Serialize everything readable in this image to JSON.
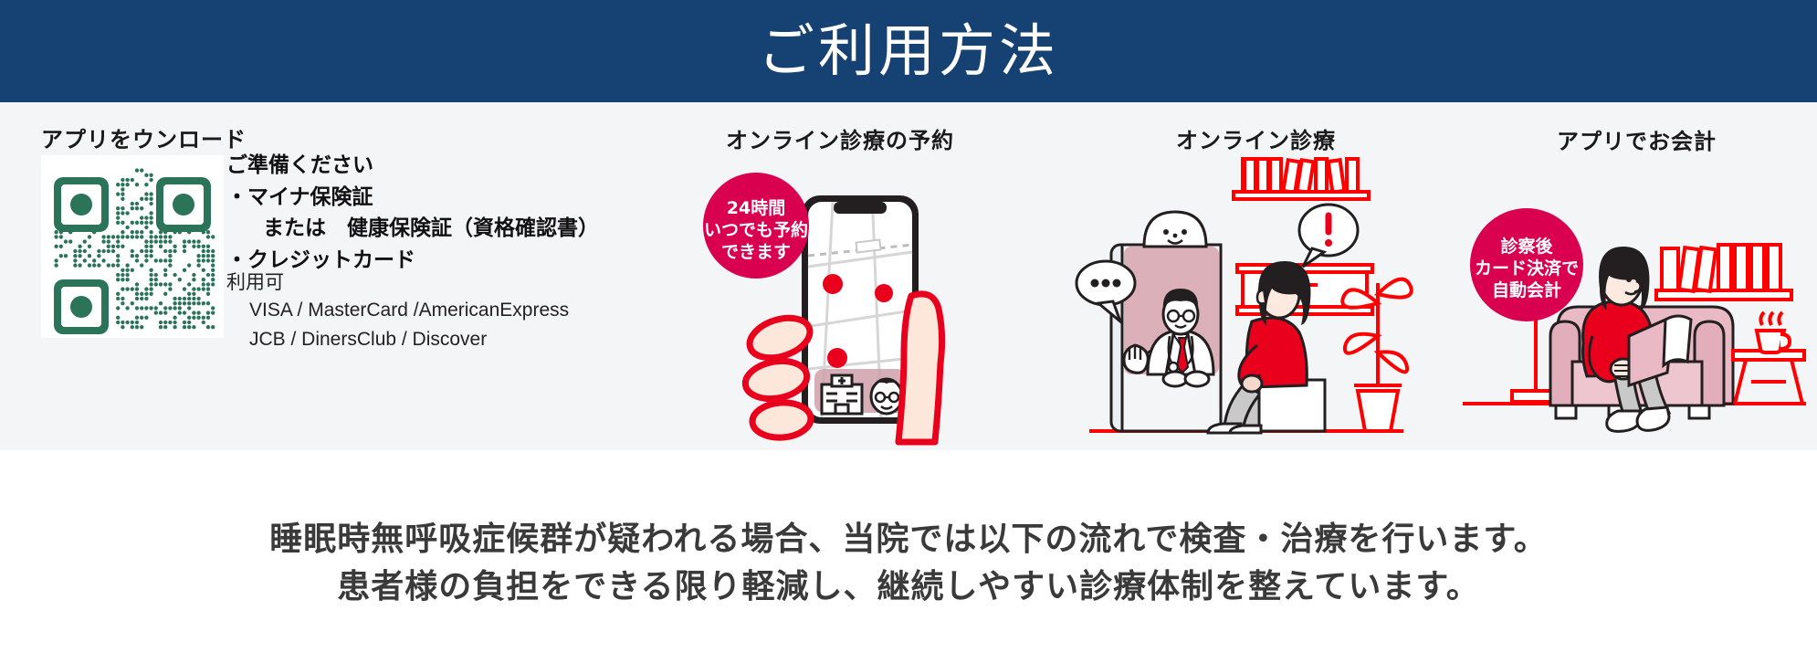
{
  "header": {
    "title": "ご利用方法",
    "bg_color": "#164273",
    "text_color": "#ffffff"
  },
  "panel": {
    "bg_color": "#f4f5f7"
  },
  "theme": {
    "accent_pink": "#d8004f",
    "line_red": "#ff0000",
    "qr_green": "#2b7459",
    "body_text": "#3a3a3a"
  },
  "steps": [
    {
      "id": "download",
      "title": "アプリをウンロード",
      "qr": {
        "name": "app-download-qr-code",
        "color": "#2b7459",
        "bg": "#ffffff"
      },
      "prep": {
        "heading": "ご準備ください",
        "lines": [
          "・マイナ保険証",
          "または　健康保険証（資格確認書）",
          "・クレジットカード"
        ]
      },
      "availability": {
        "heading": "利用可",
        "lines": [
          "VISA / MasterCard /AmericanExpress",
          "JCB / DinersClub / Discover"
        ]
      }
    },
    {
      "id": "reserve",
      "title": "オンライン診療の予約",
      "badge": [
        "24時間",
        "いつでも予約",
        "できます"
      ],
      "illustration": "hand-holding-phone-map-illustration"
    },
    {
      "id": "consult",
      "title": "オンライン診療",
      "illustration": "online-consultation-doctor-patient-illustration"
    },
    {
      "id": "payment",
      "title": "アプリでお会計",
      "badge": [
        "診察後",
        "カード決済で",
        "自動会計"
      ],
      "illustration": "person-reading-on-sofa-illustration"
    }
  ],
  "footer": {
    "line1": "睡眠時無呼吸症候群が疑われる場合、当院では以下の流れで検査・治療を行います。",
    "line2": "患者様の負担をできる限り軽減し、継続しやすい診療体制を整えています。"
  }
}
